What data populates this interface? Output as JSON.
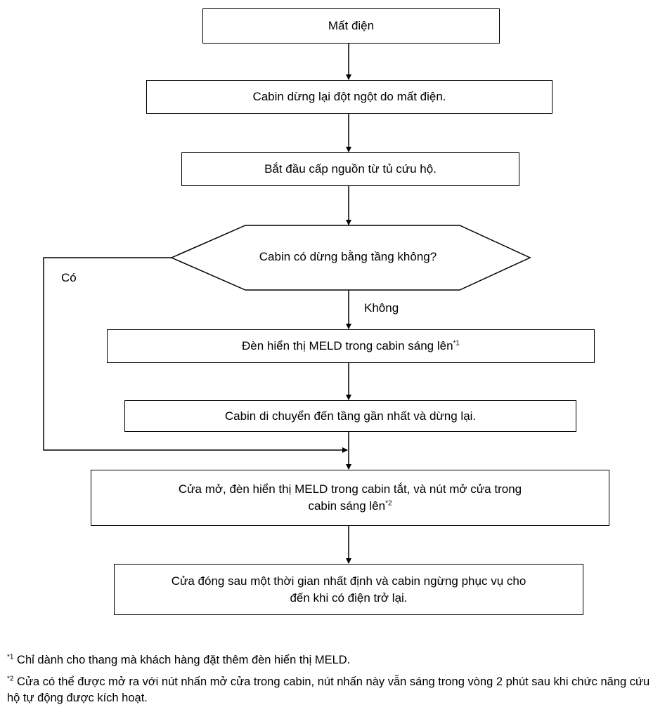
{
  "flowchart": {
    "start": "Mất điện",
    "step_stop": "Cabin dừng lại đột ngột do mất điện.",
    "step_power": "Bắt đầu cấp nguồn từ tủ cứu hộ.",
    "decision": "Cabin có dừng bằng tầng không?",
    "label_yes": "Có",
    "label_no": "Không",
    "step_meld_on": "Đèn hiển thị MELD trong cabin sáng lên",
    "step_meld_on_mark": "*1",
    "step_move": "Cabin di chuyển đến tầng gần nhất và dừng lại.",
    "step_door_open_line1": "Cửa mở, đèn hiển thị MELD trong cabin tắt, và nút mở cửa trong",
    "step_door_open_line2": "cabin sáng lên",
    "step_door_open_mark": "*2",
    "step_close_line1": "Cửa đóng sau một thời gian nhất định và cabin ngừng phục vụ cho",
    "step_close_line2": "đến khi có điện trở lại."
  },
  "footnotes": {
    "fn1_mark": "*1",
    "fn1_text": "Chỉ dành cho thang mà khách hàng đặt thêm đèn hiển thị MELD.",
    "fn2_mark": "*2",
    "fn2_text": "Cửa có thể được mở ra với nút nhấn mở cửa trong cabin, nút nhấn này vẫn sáng trong vòng 2 phút sau khi chức năng cứu hộ tự động được kích hoạt."
  }
}
